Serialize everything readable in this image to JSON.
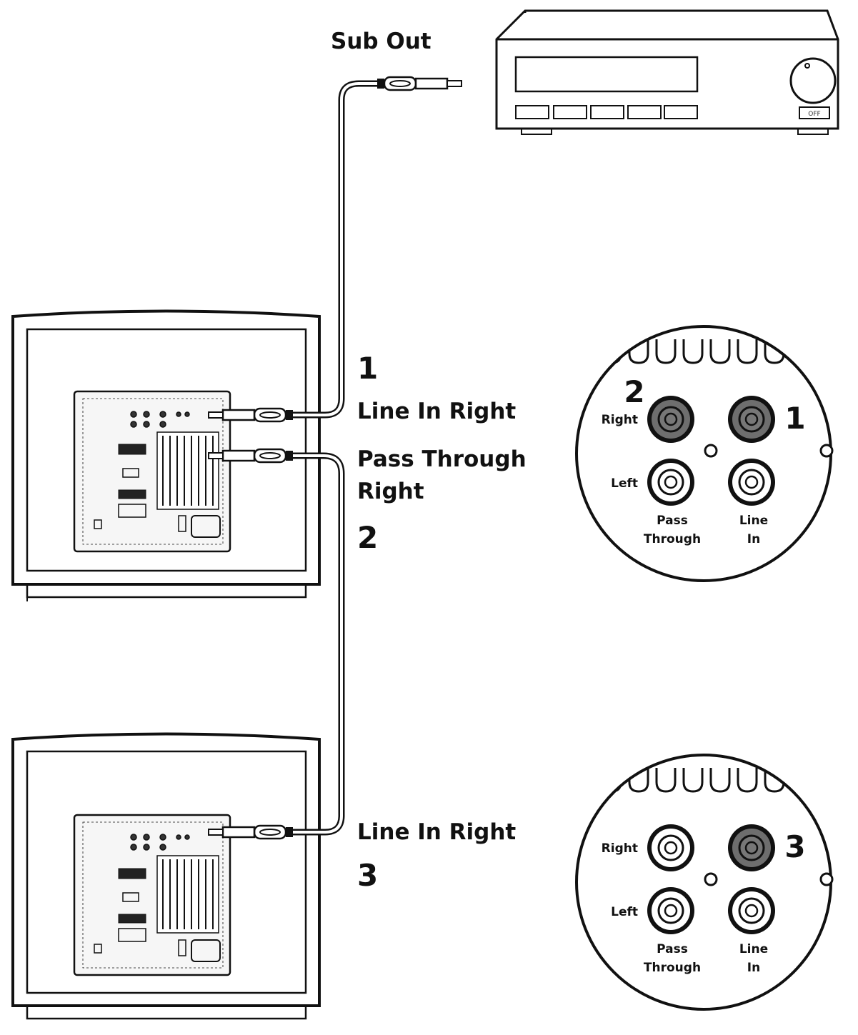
{
  "labels": {
    "sub_out": "Sub Out",
    "step1_num": "1",
    "line_in_right_1": "Line In Right",
    "pass_through_right_l1": "Pass Through",
    "pass_through_right_l2": "Right",
    "step2_num": "2",
    "line_in_right_3": "Line In Right",
    "step3_num": "3"
  },
  "receiver": {
    "off_label": "OFF"
  },
  "detail_top": {
    "callout_left": "2",
    "callout_right": "1",
    "right_label": "Right",
    "left_label": "Left",
    "pass_l1": "Pass",
    "pass_l2": "Through",
    "line_l1": "Line",
    "line_l2": "In"
  },
  "detail_bottom": {
    "callout_right": "3",
    "right_label": "Right",
    "left_label": "Left",
    "pass_l1": "Pass",
    "pass_l2": "Through",
    "line_l1": "Line",
    "line_l2": "In"
  },
  "colors": {
    "line": "#111111",
    "highlight_jack": "#6e6e6e",
    "cable_fill": "#ffffff"
  }
}
